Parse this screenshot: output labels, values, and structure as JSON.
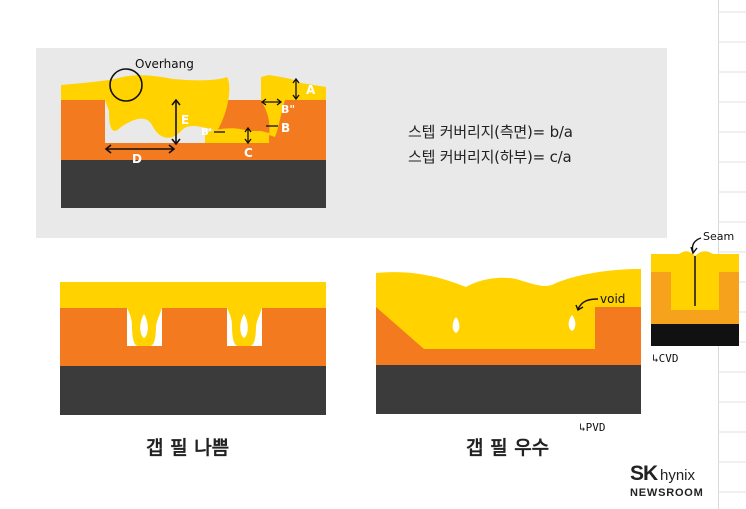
{
  "colors": {
    "panel": "#e9e9e9",
    "deposit": "#ffd200",
    "substrate_layer": "#f47a20",
    "base": "#3b3b3b",
    "cvd_layer": "#f6a21c"
  },
  "top_diagram": {
    "overhang_label": "Overhang",
    "label_a": "A",
    "label_b": "B",
    "label_b_double": "B\"",
    "label_b_single": "B'",
    "label_c": "C",
    "label_d": "D",
    "label_e": "E"
  },
  "formulas": {
    "side": "스텝 커버리지(측면)= b/a",
    "bottom": "스텝 커버리지(하부)= c/a"
  },
  "captions": {
    "bad": "갭 필 나쁨",
    "good": "갭 필 우수"
  },
  "annotations": {
    "void": "void",
    "pvd": "PVD",
    "cvd": "CVD",
    "seam": "Seam"
  },
  "logo": {
    "brand_bold": "SK",
    "brand_light": "hynix",
    "sub": "NEWSROOM"
  }
}
